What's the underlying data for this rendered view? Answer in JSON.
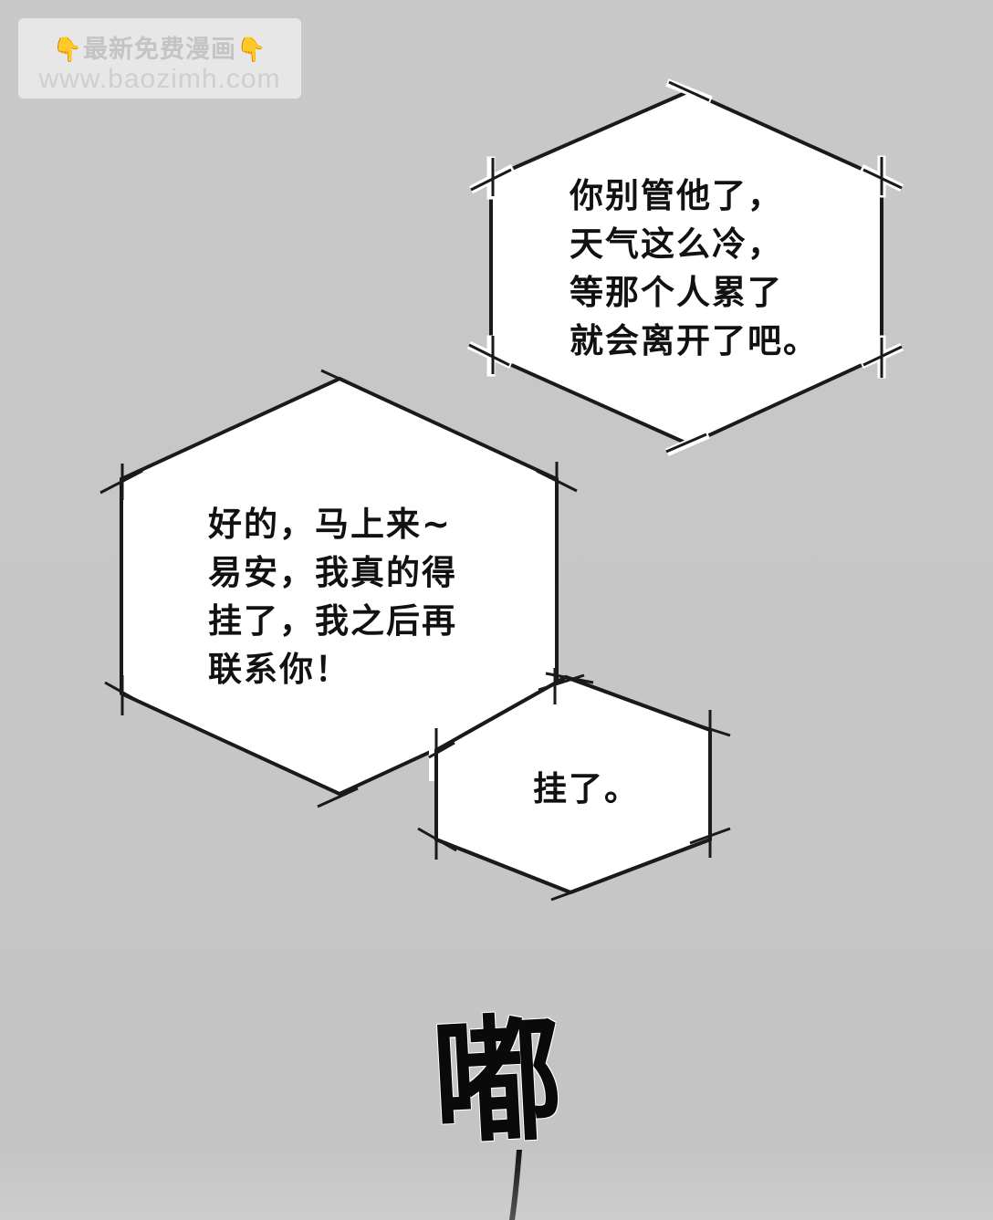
{
  "watermark": {
    "title": "最新免费漫画",
    "hand_icon": "👇",
    "url": "www.baozimh.com",
    "hand_color": "#f0a91b"
  },
  "bubbles": [
    {
      "lines": [
        "你别管他了，",
        "天气这么冷，",
        "等那个人累了",
        "就会离开了吧。"
      ]
    },
    {
      "lines": [
        "好的，马上来~",
        "易安，我真的得",
        "挂了，我之后再",
        "联系你！"
      ]
    },
    {
      "lines": [
        "挂了。"
      ]
    }
  ],
  "sfx": {
    "text": "嘟"
  },
  "colors": {
    "background": "#c6c6c6",
    "bubble_fill": "#ffffff",
    "bubble_stroke": "#1a1a1a",
    "text": "#111111"
  }
}
